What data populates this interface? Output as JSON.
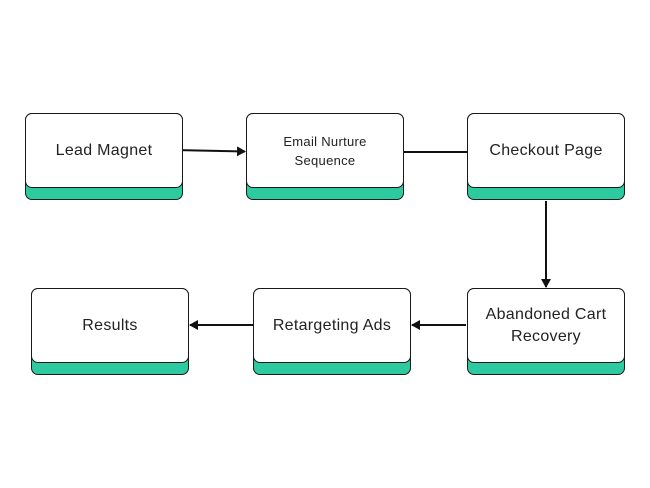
{
  "nodes": {
    "lead_magnet": "Lead Magnet",
    "email_nurture_line1": "Email Nurture",
    "email_nurture_line2": "Sequence",
    "checkout_page": "Checkout Page",
    "abandoned_cart_line1": "Abandoned Cart",
    "abandoned_cart_line2": "Recovery",
    "retargeting_ads": "Retargeting Ads",
    "results": "Results"
  },
  "colors": {
    "accent": "#2dc99f",
    "border": "#1a1a1a",
    "text": "#222222"
  }
}
